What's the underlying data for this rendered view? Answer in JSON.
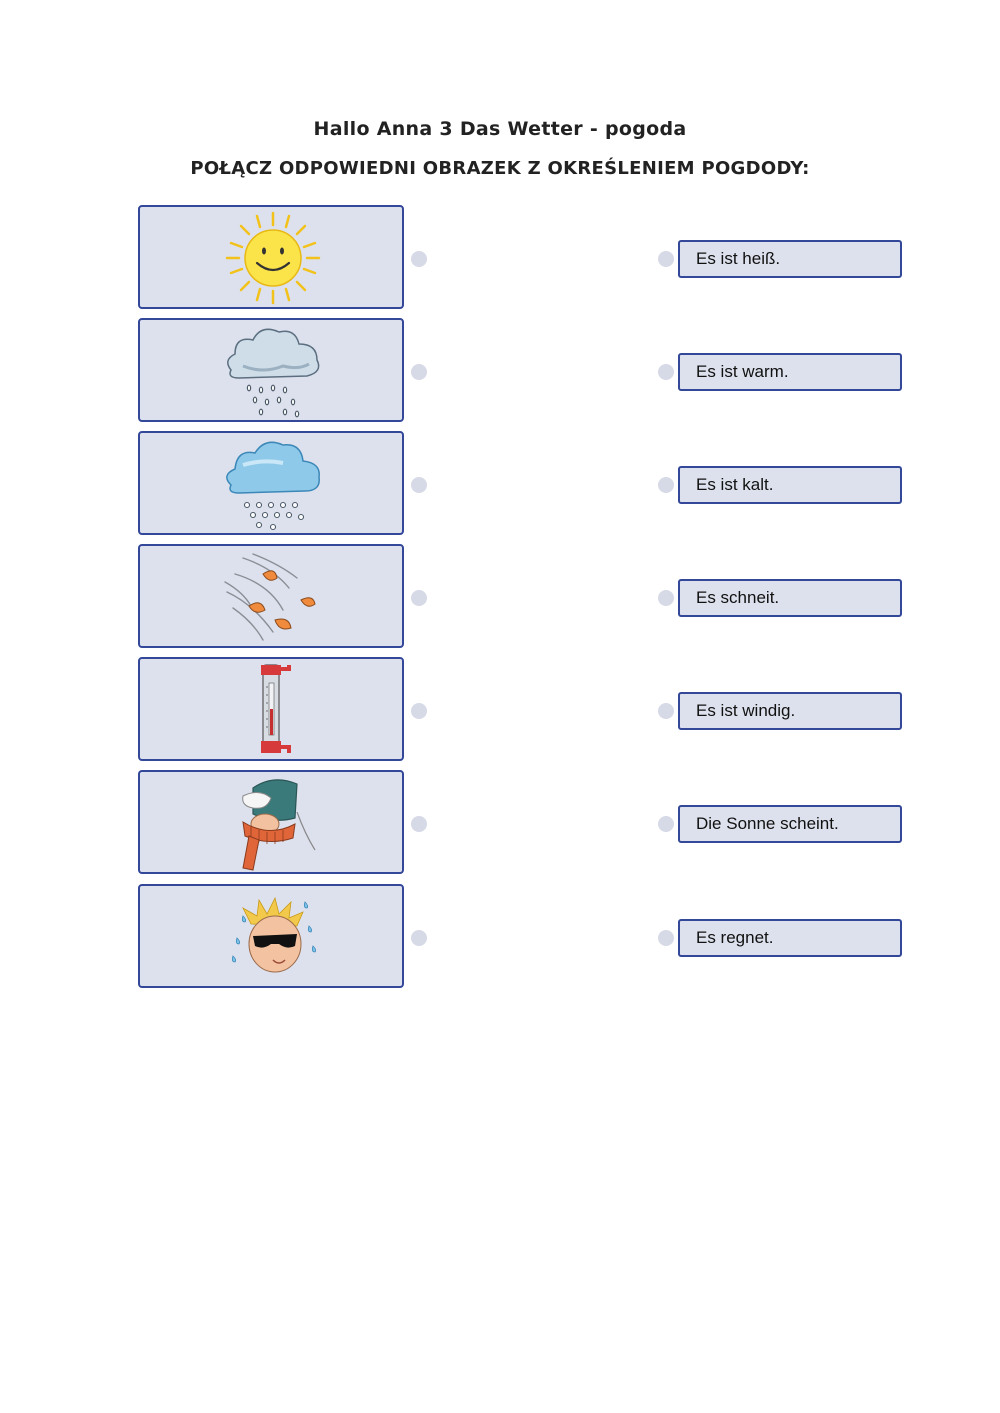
{
  "header": {
    "title": "Hallo Anna 3 Das Wetter - pogoda",
    "subtitle": "POŁĄCZ ODPOWIEDNI OBRAZEK Z OKREŚLENIEM POGDODY:"
  },
  "pictures": [
    {
      "icon": "sun-icon"
    },
    {
      "icon": "rain-cloud-icon"
    },
    {
      "icon": "snow-cloud-icon"
    },
    {
      "icon": "wind-leaves-icon"
    },
    {
      "icon": "thermometer-icon"
    },
    {
      "icon": "winter-hat-scarf-icon"
    },
    {
      "icon": "hot-face-sunglasses-icon"
    }
  ],
  "labels": [
    "Es ist heiß.",
    "Es ist warm.",
    "Es ist kalt.",
    "Es schneit.",
    "Es ist windig.",
    "Die Sonne scheint.",
    "Es regnet."
  ],
  "colors": {
    "card_fill": "#dde1ed",
    "card_border": "#34489a",
    "connector_dot": "#d6d9e6"
  }
}
